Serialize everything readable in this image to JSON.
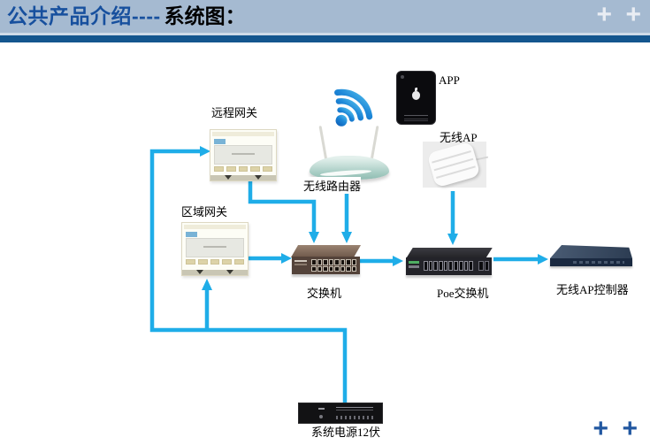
{
  "header": {
    "title_primary": "公共产品介绍----",
    "title_secondary": "系统图：",
    "plus_icons": [
      "+",
      "+"
    ]
  },
  "footer": {
    "plus_icons": [
      "+",
      "+"
    ]
  },
  "diagram": {
    "nodes": {
      "remote_gateway": {
        "label": "远程网关"
      },
      "area_gateway": {
        "label": "区域网关"
      },
      "wireless_router": {
        "label": "无线路由器"
      },
      "app": {
        "label": "APP"
      },
      "wireless_ap": {
        "label": "无线AP"
      },
      "switch": {
        "label": "交换机"
      },
      "poe_switch": {
        "label": "Poe交换机"
      },
      "ap_controller": {
        "label": "无线AP控制器"
      },
      "power": {
        "label": "系统电源12伏"
      }
    },
    "colors": {
      "connector": "#1fade8",
      "header_bg": "#a5bad1",
      "header_bar": "#14568e",
      "title_blue": "#17509e",
      "title_black": "#000000",
      "plus_light": "#e9edf3",
      "plus_dark": "#2157a0"
    }
  }
}
